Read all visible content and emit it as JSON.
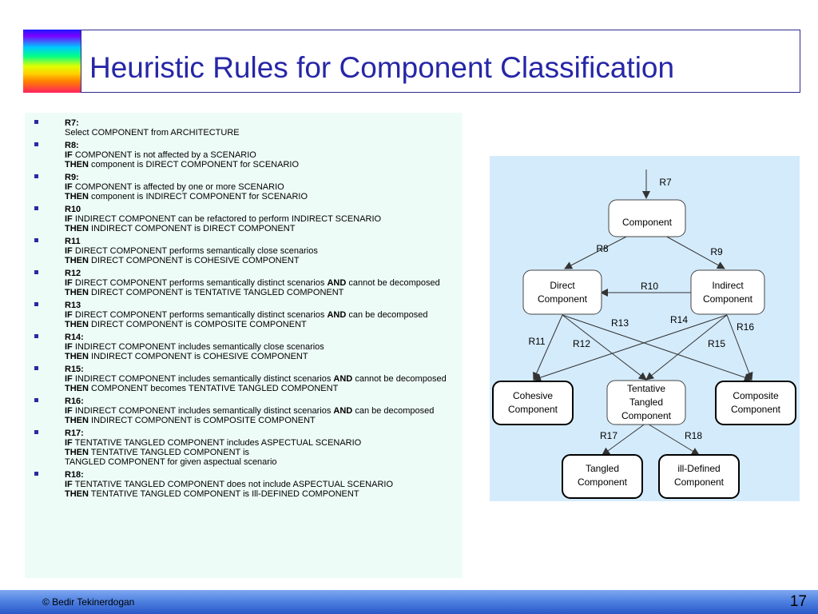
{
  "slide": {
    "title": "Heuristic Rules for Component Classification",
    "footer": "© Bedir Tekinerdogan",
    "page_number": "17"
  },
  "rules": [
    {
      "id": "R7:",
      "lines": [
        [
          {
            "t": "Select COMPONENT from ARCHITECTURE"
          }
        ]
      ]
    },
    {
      "id": "R8:",
      "lines": [
        [
          {
            "t": "IF",
            "b": true
          },
          {
            "t": " COMPONENT is not affected by a SCENARIO"
          }
        ],
        [
          {
            "t": "THEN",
            "b": true
          },
          {
            "t": " component is DIRECT COMPONENT for SCENARIO"
          }
        ]
      ]
    },
    {
      "id": "R9:",
      "lines": [
        [
          {
            "t": "IF",
            "b": true
          },
          {
            "t": " COMPONENT is affected by one or more SCENARIO"
          }
        ],
        [
          {
            "t": "THEN",
            "b": true
          },
          {
            "t": " component is INDIRECT COMPONENT for SCENARIO"
          }
        ]
      ]
    },
    {
      "id": "R10",
      "lines": [
        [
          {
            "t": "IF",
            "b": true
          },
          {
            "t": " INDIRECT COMPONENT can be refactored to perform INDIRECT SCENARIO"
          }
        ],
        [
          {
            "t": "THEN",
            "b": true
          },
          {
            "t": " INDIRECT COMPONENT is DIRECT COMPONENT"
          }
        ]
      ]
    },
    {
      "id": "R11",
      "lines": [
        [
          {
            "t": "IF",
            "b": true
          },
          {
            "t": " DIRECT COMPONENT performs semantically close scenarios"
          }
        ],
        [
          {
            "t": "THEN",
            "b": true
          },
          {
            "t": " DIRECT COMPONENT is COHESIVE COMPONENT"
          }
        ]
      ]
    },
    {
      "id": "R12",
      "lines": [
        [
          {
            "t": "IF",
            "b": true
          },
          {
            "t": " DIRECT COMPONENT performs semantically distinct scenarios "
          },
          {
            "t": "AND",
            "b": true
          },
          {
            "t": " cannot be decomposed"
          }
        ],
        [
          {
            "t": "THEN",
            "b": true
          },
          {
            "t": " DIRECT COMPONENT is TENTATIVE TANGLED COMPONENT"
          }
        ]
      ]
    },
    {
      "id": "R13",
      "lines": [
        [
          {
            "t": "IF",
            "b": true
          },
          {
            "t": " DIRECT COMPONENT performs semantically distinct scenarios "
          },
          {
            "t": "AND",
            "b": true
          },
          {
            "t": " can be decomposed"
          }
        ],
        [
          {
            "t": "THEN",
            "b": true
          },
          {
            "t": " DIRECT COMPONENT is COMPOSITE COMPONENT"
          }
        ]
      ]
    },
    {
      "id": "R14:",
      "lines": [
        [
          {
            "t": "IF",
            "b": true
          },
          {
            "t": " INDIRECT COMPONENT includes semantically close scenarios"
          }
        ],
        [
          {
            "t": "THEN",
            "b": true
          },
          {
            "t": " INDIRECT COMPONENT is COHESIVE COMPONENT"
          }
        ]
      ]
    },
    {
      "id": "R15:",
      "lines": [
        [
          {
            "t": "IF",
            "b": true
          },
          {
            "t": " INDIRECT COMPONENT includes semantically distinct scenarios "
          },
          {
            "t": "AND",
            "b": true
          },
          {
            "t": " cannot be decomposed"
          }
        ],
        [
          {
            "t": "THEN",
            "b": true
          },
          {
            "t": " COMPONENT becomes TENTATIVE TANGLED COMPONENT"
          }
        ]
      ]
    },
    {
      "id": "R16:",
      "lines": [
        [
          {
            "t": "IF",
            "b": true
          },
          {
            "t": " INDIRECT COMPONENT includes semantically distinct scenarios "
          },
          {
            "t": "AND",
            "b": true
          },
          {
            "t": " can be decomposed"
          }
        ],
        [
          {
            "t": "THEN",
            "b": true
          },
          {
            "t": " INDIRECT COMPONENT is COMPOSITE COMPONENT"
          }
        ]
      ]
    },
    {
      "id": "R17:",
      "lines": [
        [
          {
            "t": "IF",
            "b": true
          },
          {
            "t": " TENTATIVE TANGLED COMPONENT includes ASPECTUAL SCENARIO"
          }
        ],
        [
          {
            "t": "THEN",
            "b": true
          },
          {
            "t": " TENTATIVE TANGLED COMPONENT is"
          }
        ],
        [
          {
            "t": "TANGLED COMPONENT for given aspectual scenario"
          }
        ]
      ]
    },
    {
      "id": "R18:",
      "lines": [
        [
          {
            "t": "IF",
            "b": true
          },
          {
            "t": " TENTATIVE TANGLED COMPONENT does not include ASPECTUAL SCENARIO"
          }
        ],
        [
          {
            "t": "THEN",
            "b": true
          },
          {
            "t": " TENTATIVE TANGLED COMPONENT is Ill-DEFINED COMPONENT"
          }
        ]
      ]
    }
  ],
  "diagram": {
    "nodes": {
      "component": [
        "Component"
      ],
      "direct": [
        "Direct",
        "Component"
      ],
      "indirect": [
        "Indirect",
        "Component"
      ],
      "cohesive": [
        "Cohesive",
        "Component"
      ],
      "tentative": [
        "Tentative",
        "Tangled",
        "Component"
      ],
      "composite": [
        "Composite",
        "Component"
      ],
      "tangled": [
        "Tangled",
        "Component"
      ],
      "ill_defined": [
        "ill-Defined",
        "Component"
      ]
    },
    "edge_labels": {
      "r7": "R7",
      "r8": "R8",
      "r9": "R9",
      "r10": "R10",
      "r11": "R11",
      "r12": "R12",
      "r13": "R13",
      "r14": "R14",
      "r15": "R15",
      "r16": "R16",
      "r17": "R17",
      "r18": "R18"
    }
  }
}
